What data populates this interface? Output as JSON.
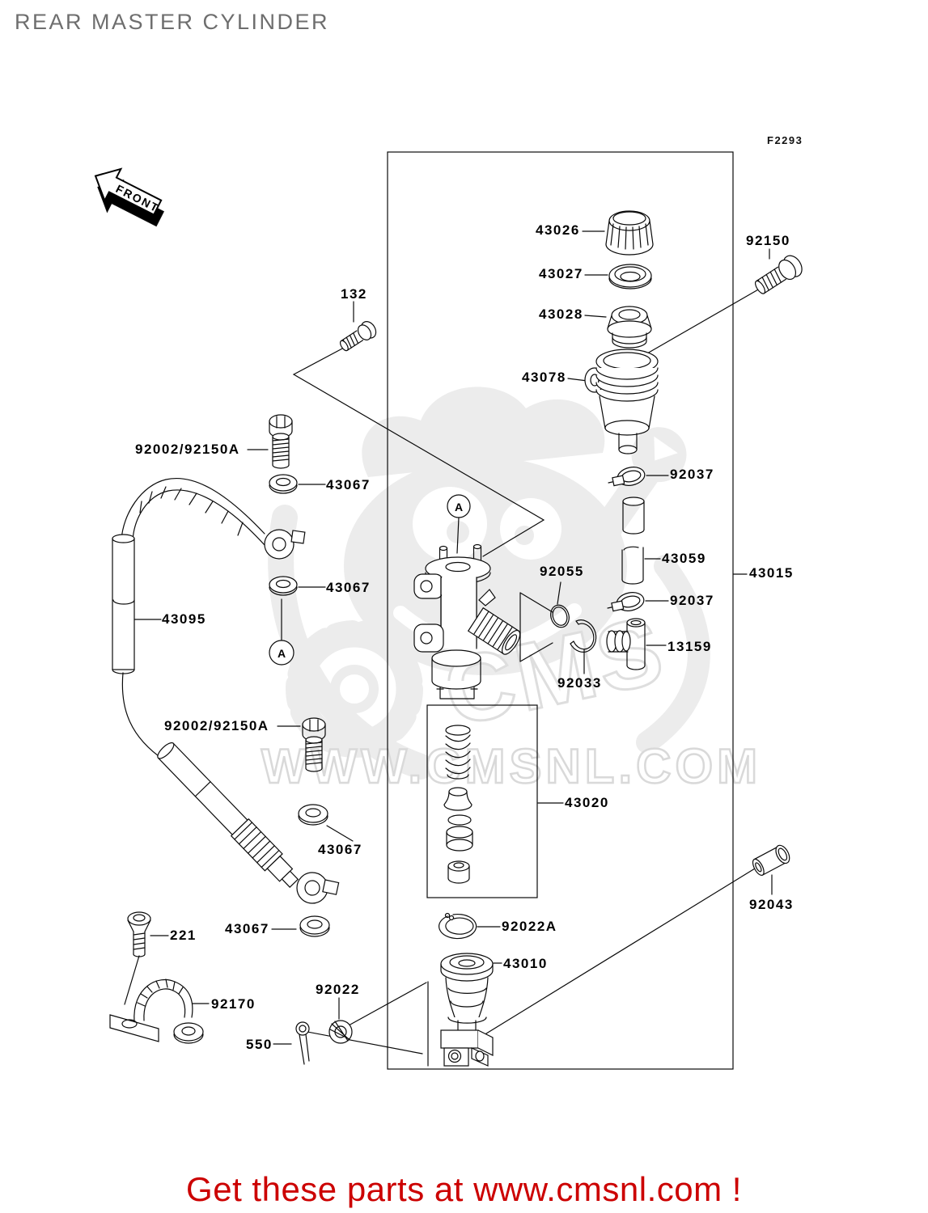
{
  "page": {
    "title": "REAR MASTER CYLINDER",
    "figure_code": "F2293",
    "front_marker": "FRONT",
    "footer": "Get these parts at www.cmsnl.com !",
    "watermark": {
      "brand": "CMS",
      "url_text": "WWW.CMSNL.COM"
    },
    "colors": {
      "line": "#000000",
      "title_gray": "#6e6e6e",
      "footer_red": "#cc0000",
      "watermark_gray": "#ececec"
    }
  },
  "markers": {
    "a": "A"
  },
  "parts": {
    "screw_132": "132",
    "bolt_92150": "92150",
    "cap_43026": "43026",
    "diaphragm_43027": "43027",
    "bellows_43028": "43028",
    "reservoir_43078": "43078",
    "clamp_92037": "92037",
    "tube_43059": "43059",
    "oring_92055": "92055",
    "assy_43015": "43015",
    "joint_13159": "13159",
    "ring_92033": "92033",
    "banjo_92002": "92002/92150A",
    "washer_43067": "43067",
    "hose_43095": "43095",
    "kit_43020": "43020",
    "clip_92022a": "92022A",
    "rod_43010": "43010",
    "nut_92022": "92022",
    "screw_221": "221",
    "clamp_92170": "92170",
    "pin_550": "550",
    "pin_92043": "92043"
  }
}
